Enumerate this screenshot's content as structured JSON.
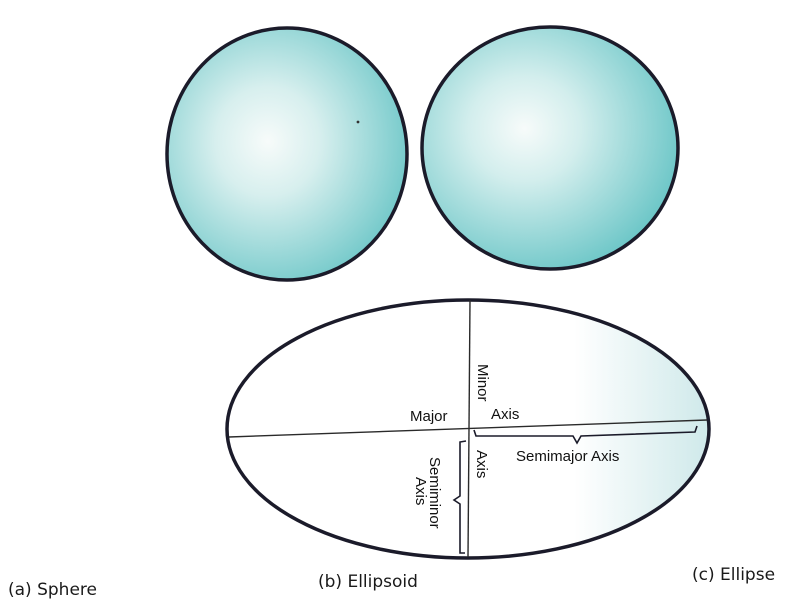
{
  "colors": {
    "shape_fill_center": "#f7fbfa",
    "shape_fill_edge": "#6ec7c8",
    "outline": "#1b1b2a",
    "ellipse_shade": "#cfe9ea",
    "axis_line": "#2a2a2a"
  },
  "ellipse_labels": {
    "major": "Major",
    "axis_right": "Axis",
    "minor": "Minor",
    "axis_vertical": "Axis",
    "semimajor": "Semimajor Axis",
    "semiminor": "Semiminor",
    "semiminor_axis": "Axis"
  },
  "captions": {
    "a": "(a)  Sphere",
    "b": "(b) Ellipsoid",
    "c": "(c) Ellipse"
  }
}
